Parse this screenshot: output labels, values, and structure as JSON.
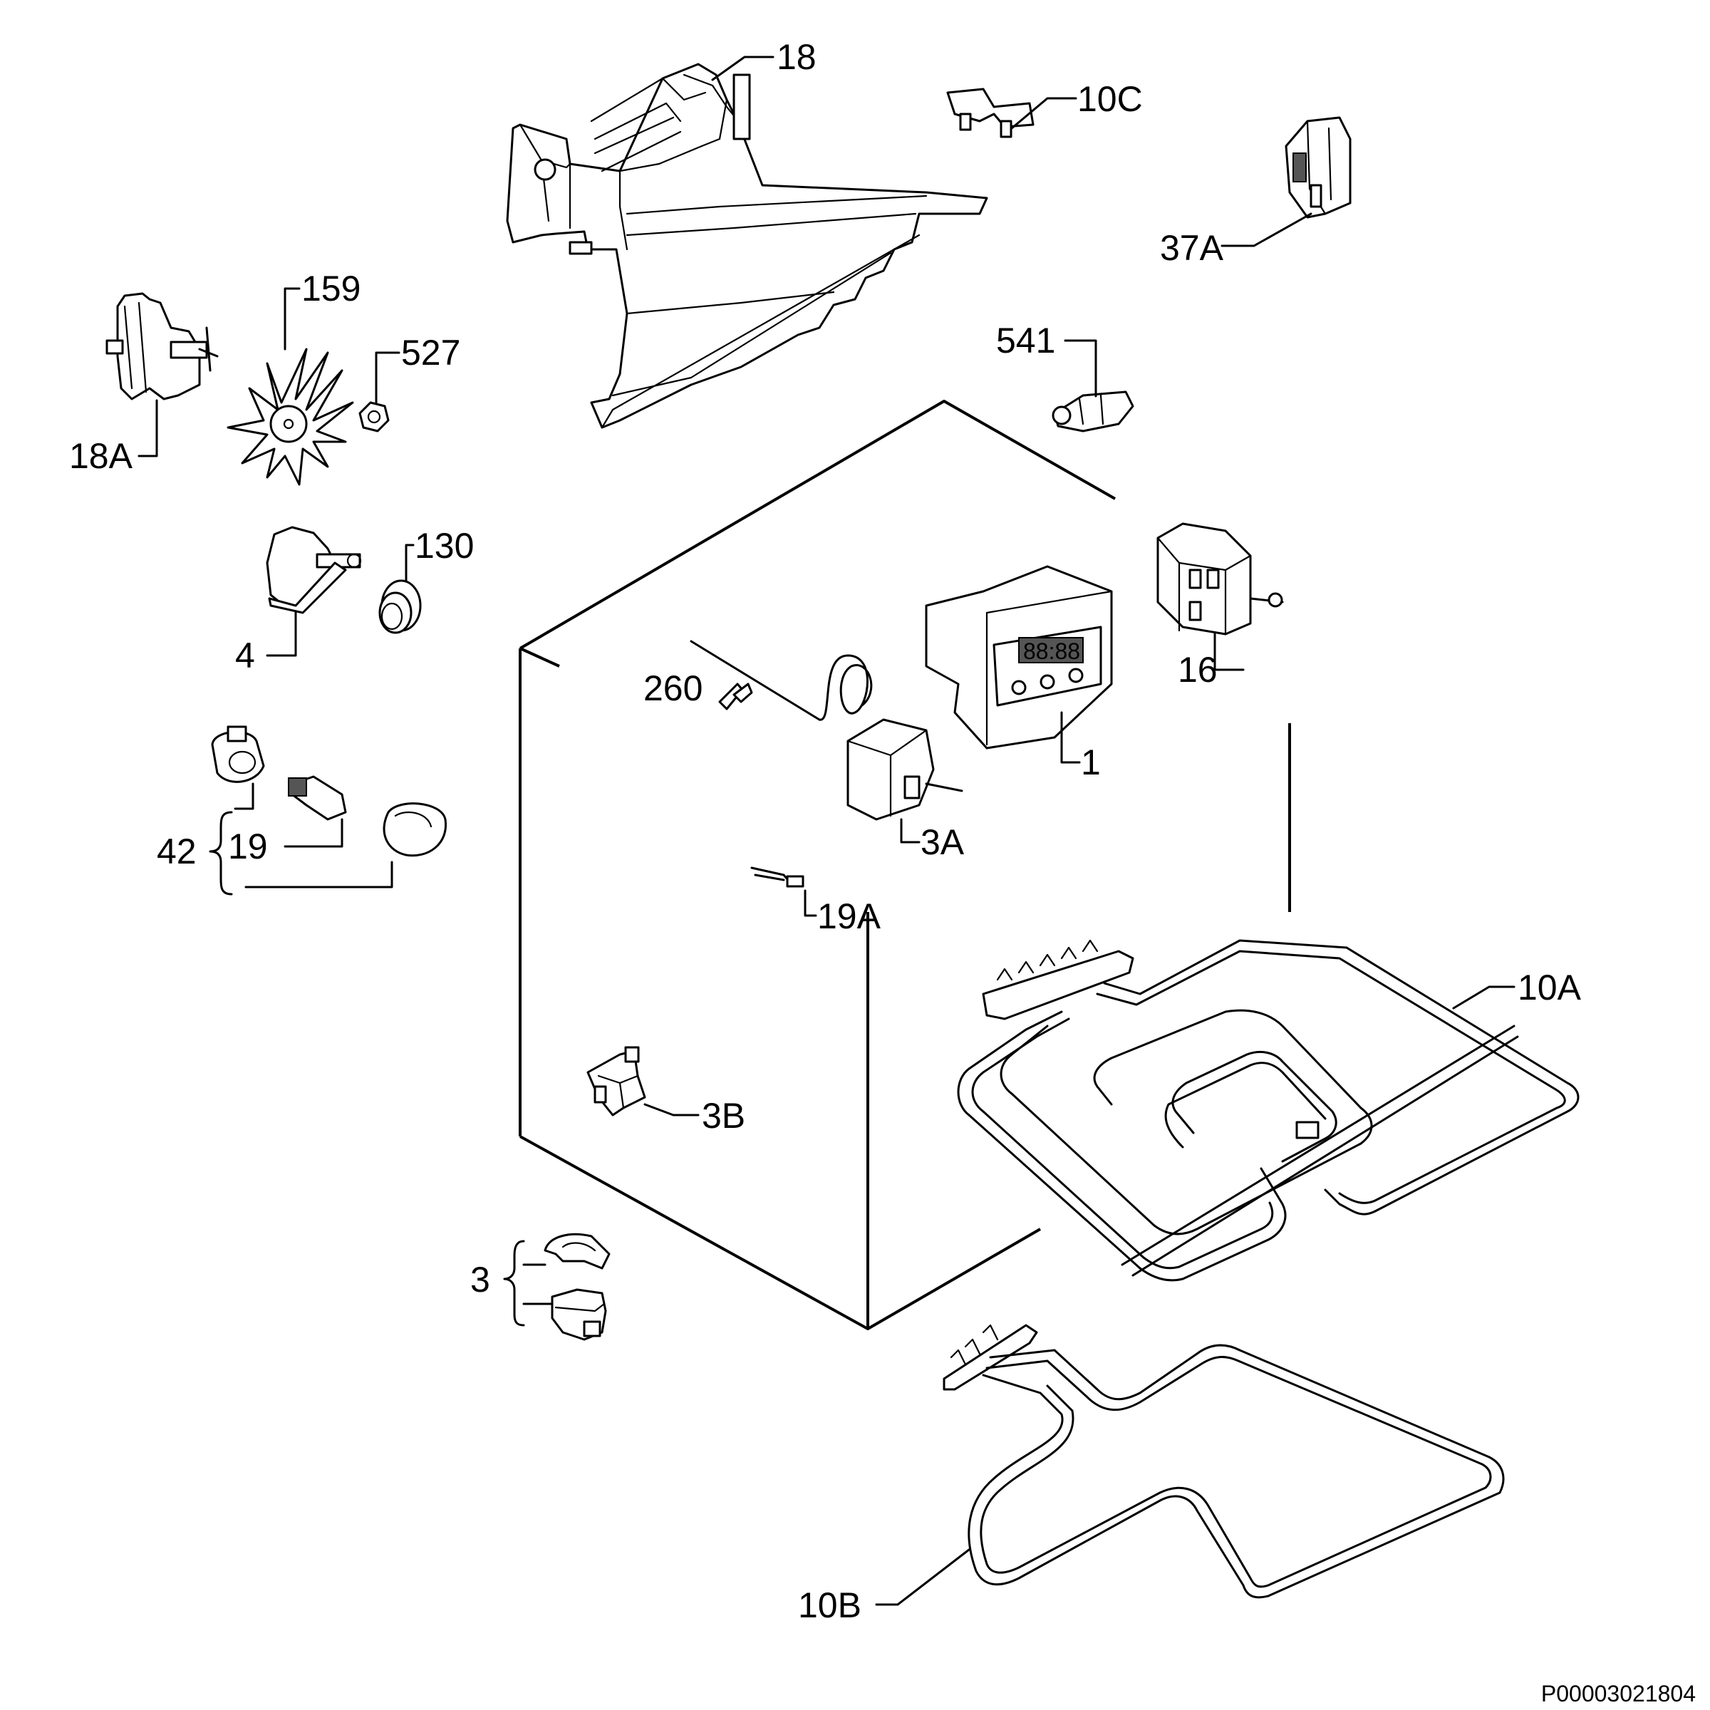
{
  "labels": {
    "p18": "18",
    "p10c": "10C",
    "p37a": "37A",
    "p159": "159",
    "p527": "527",
    "p18a": "18A",
    "p541": "541",
    "p130": "130",
    "p4": "4",
    "p16": "16",
    "p260": "260",
    "p1": "1",
    "p42": "42",
    "p19": "19",
    "p3a": "3A",
    "p19a": "19A",
    "p10a": "10A",
    "p3b": "3B",
    "p3": "3",
    "p10b": "10B"
  },
  "reference_code": "P00003021804"
}
